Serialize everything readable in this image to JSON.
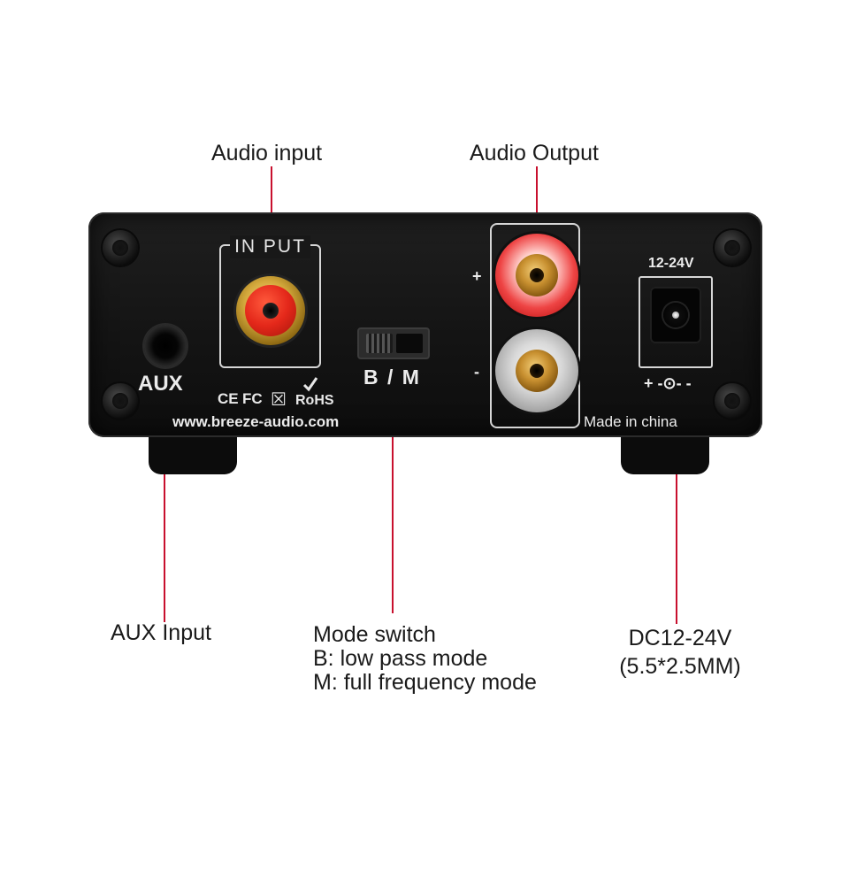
{
  "callouts": {
    "audio_input": "Audio input",
    "audio_output": "Audio Output",
    "aux_input": "AUX Input",
    "mode_switch": {
      "title": "Mode switch",
      "line_b": "B: low pass mode",
      "line_m": "M: full frequency mode"
    },
    "dc": {
      "line1": "DC12-24V",
      "line2": "(5.5*2.5MM)"
    }
  },
  "panel": {
    "input_label": "IN PUT",
    "aux_label": "AUX",
    "switch_label": "B / M",
    "plus": "+",
    "minus": "-",
    "voltage": "12-24V",
    "polarity": "+ -⊙- -",
    "certifications": {
      "ce": "CE",
      "fc": "FC",
      "weee": "☒",
      "rohs": "RoHS"
    },
    "website": "www.breeze-audio.com",
    "made_in": "Made in china"
  },
  "colors": {
    "leader_line": "#c8102e",
    "panel": "#161616",
    "rca_center": "#e4281a"
  }
}
